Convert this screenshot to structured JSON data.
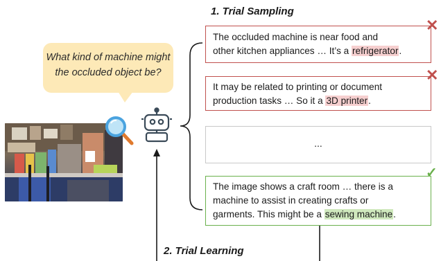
{
  "headings": {
    "trial_sampling": "1. Trial Sampling",
    "trial_learning": "2. Trial Learning"
  },
  "question": {
    "line1": "What kind of machine might",
    "line2": "the occluded object be?"
  },
  "cards": [
    {
      "status": "wrong",
      "lines": [
        "The occluded machine is near food and",
        "other kitchen appliances … It’s a "
      ],
      "highlight": "refrigerator",
      "suffix": "."
    },
    {
      "status": "wrong",
      "lines": [
        "It may be related to printing or document",
        "production tasks … So it a "
      ],
      "highlight": "3D printer",
      "suffix": "."
    },
    {
      "status": "placeholder",
      "text": "..."
    },
    {
      "status": "correct",
      "lines": [
        "The image shows a craft room … there is a",
        "machine to assist in creating crafts or",
        "garments. This might be a "
      ],
      "highlight": "sewing machine",
      "suffix": "."
    }
  ],
  "icons": {
    "wrong": "cross-icon",
    "correct": "check-icon",
    "agent": "robot-icon",
    "search": "magnifier-icon"
  },
  "colors": {
    "wrong": "#c0504d",
    "correct": "#6ab04c",
    "bubble": "#fde9b7",
    "robot": "#3a4a58",
    "magnifier": "#4aa3df"
  }
}
